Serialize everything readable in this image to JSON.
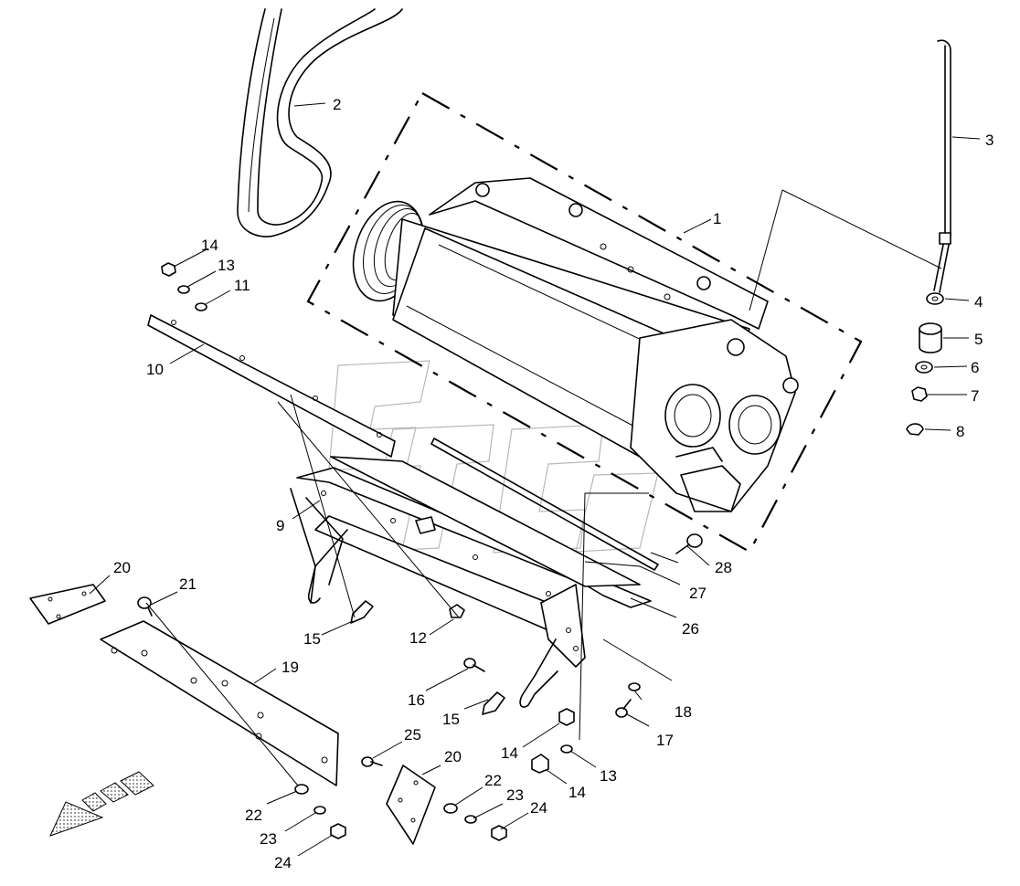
{
  "callouts": [
    {
      "id": "c1",
      "label": "1"
    },
    {
      "id": "c2",
      "label": "2"
    },
    {
      "id": "c3",
      "label": "3"
    },
    {
      "id": "c4",
      "label": "4"
    },
    {
      "id": "c5",
      "label": "5"
    },
    {
      "id": "c6",
      "label": "6"
    },
    {
      "id": "c7",
      "label": "7"
    },
    {
      "id": "c8",
      "label": "8"
    },
    {
      "id": "c9",
      "label": "9"
    },
    {
      "id": "c10",
      "label": "10"
    },
    {
      "id": "c11",
      "label": "11"
    },
    {
      "id": "c12",
      "label": "12"
    },
    {
      "id": "c13a",
      "label": "13"
    },
    {
      "id": "c13b",
      "label": "13"
    },
    {
      "id": "c14a",
      "label": "14"
    },
    {
      "id": "c14b",
      "label": "14"
    },
    {
      "id": "c14c",
      "label": "14"
    },
    {
      "id": "c15a",
      "label": "15"
    },
    {
      "id": "c15b",
      "label": "15"
    },
    {
      "id": "c16",
      "label": "16"
    },
    {
      "id": "c17",
      "label": "17"
    },
    {
      "id": "c18",
      "label": "18"
    },
    {
      "id": "c19",
      "label": "19"
    },
    {
      "id": "c20a",
      "label": "20"
    },
    {
      "id": "c20b",
      "label": "20"
    },
    {
      "id": "c21",
      "label": "21"
    },
    {
      "id": "c22a",
      "label": "22"
    },
    {
      "id": "c22b",
      "label": "22"
    },
    {
      "id": "c23a",
      "label": "23"
    },
    {
      "id": "c23b",
      "label": "23"
    },
    {
      "id": "c24a",
      "label": "24"
    },
    {
      "id": "c24b",
      "label": "24"
    },
    {
      "id": "c25",
      "label": "25"
    },
    {
      "id": "c26",
      "label": "26"
    },
    {
      "id": "c27",
      "label": "27"
    },
    {
      "id": "c28",
      "label": "28"
    }
  ]
}
